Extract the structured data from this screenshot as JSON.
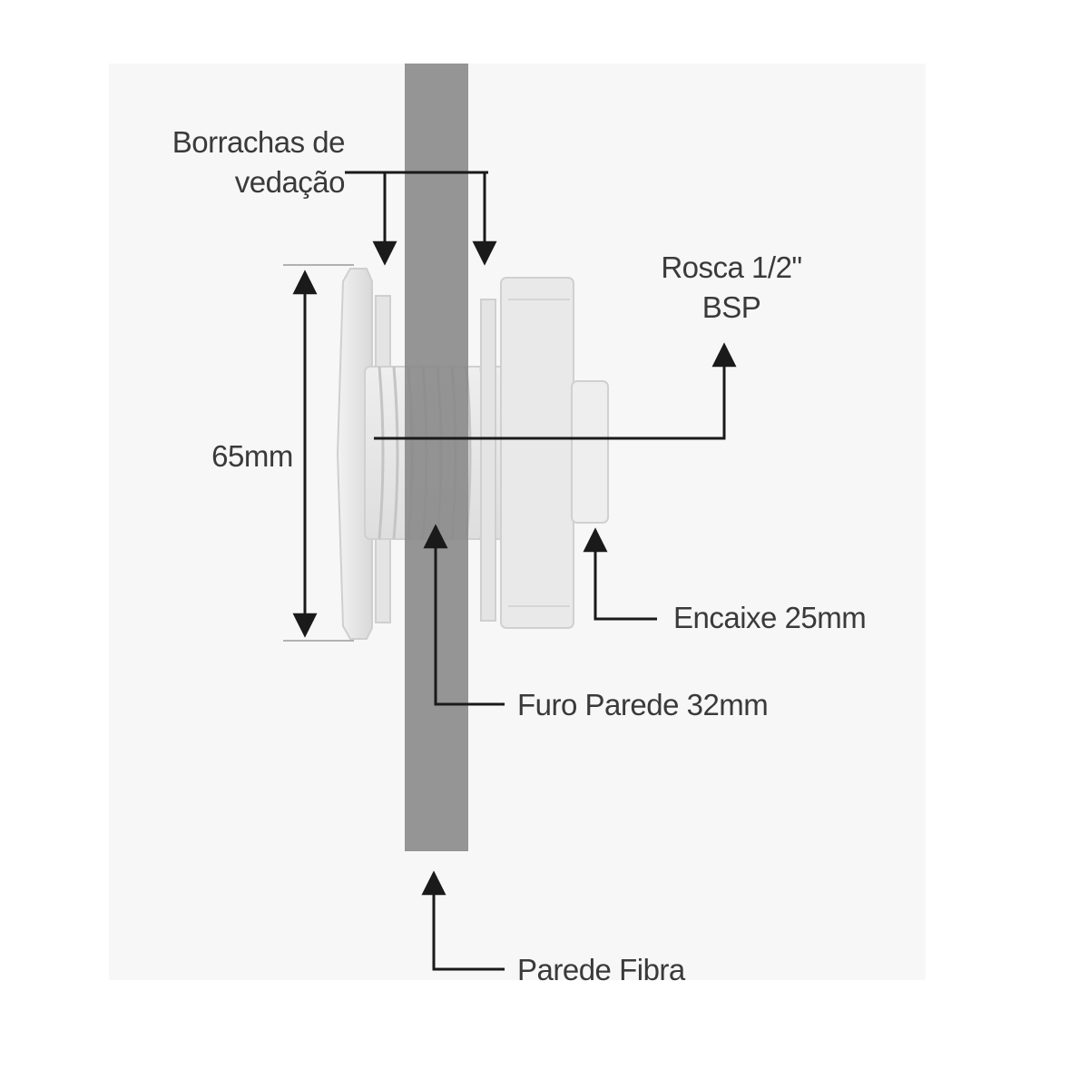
{
  "colors": {
    "background": "#f7f7f7",
    "wall": "#8a8a8a",
    "part": "#e8e8e8",
    "part_shadow": "#cfcfcf",
    "line": "#1a1a1a",
    "text": "#3a3a3a"
  },
  "labels": {
    "seals_line1": "Borrachas de",
    "seals_line2": "vedação",
    "thread_line1": "Rosca 1/2\"",
    "thread_line2": "BSP",
    "height": "65mm",
    "fitting": "Encaixe 25mm",
    "hole": "Furo Parede 32mm",
    "wall": "Parede Fibra"
  }
}
